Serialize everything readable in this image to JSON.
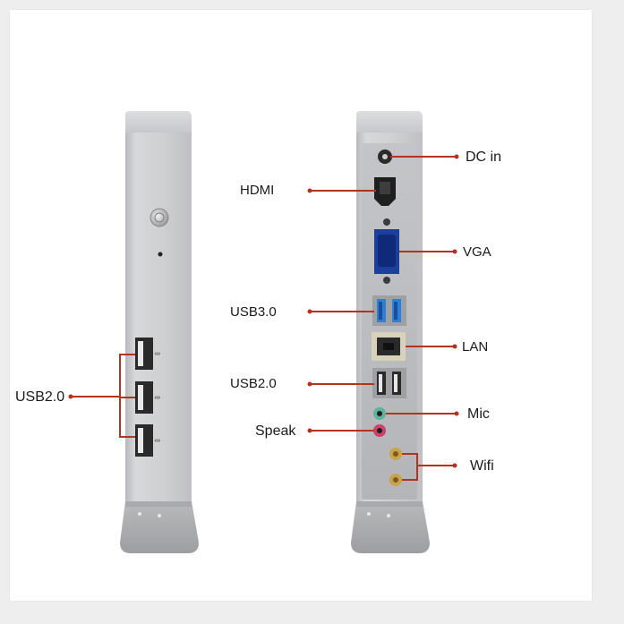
{
  "labels": {
    "left_usb": "USB2.0",
    "dc_in": "DC in",
    "hdmi": "HDMI",
    "vga": "VGA",
    "usb3": "USB3.0",
    "lan": "LAN",
    "usb2": "USB2.0",
    "mic": "Mic",
    "speak": "Speak",
    "wifi": "Wifi"
  },
  "colors": {
    "leader_line": "#b5321f",
    "chassis": "#cfd0d2",
    "usb3_blue": "#2f7fd6",
    "mic_green": "#5fb39a",
    "speak_pink": "#c9446a",
    "antenna_gold": "#c9a24a"
  },
  "icons": {
    "power": "power-button-icon",
    "usb": "usb-symbol-icon"
  }
}
